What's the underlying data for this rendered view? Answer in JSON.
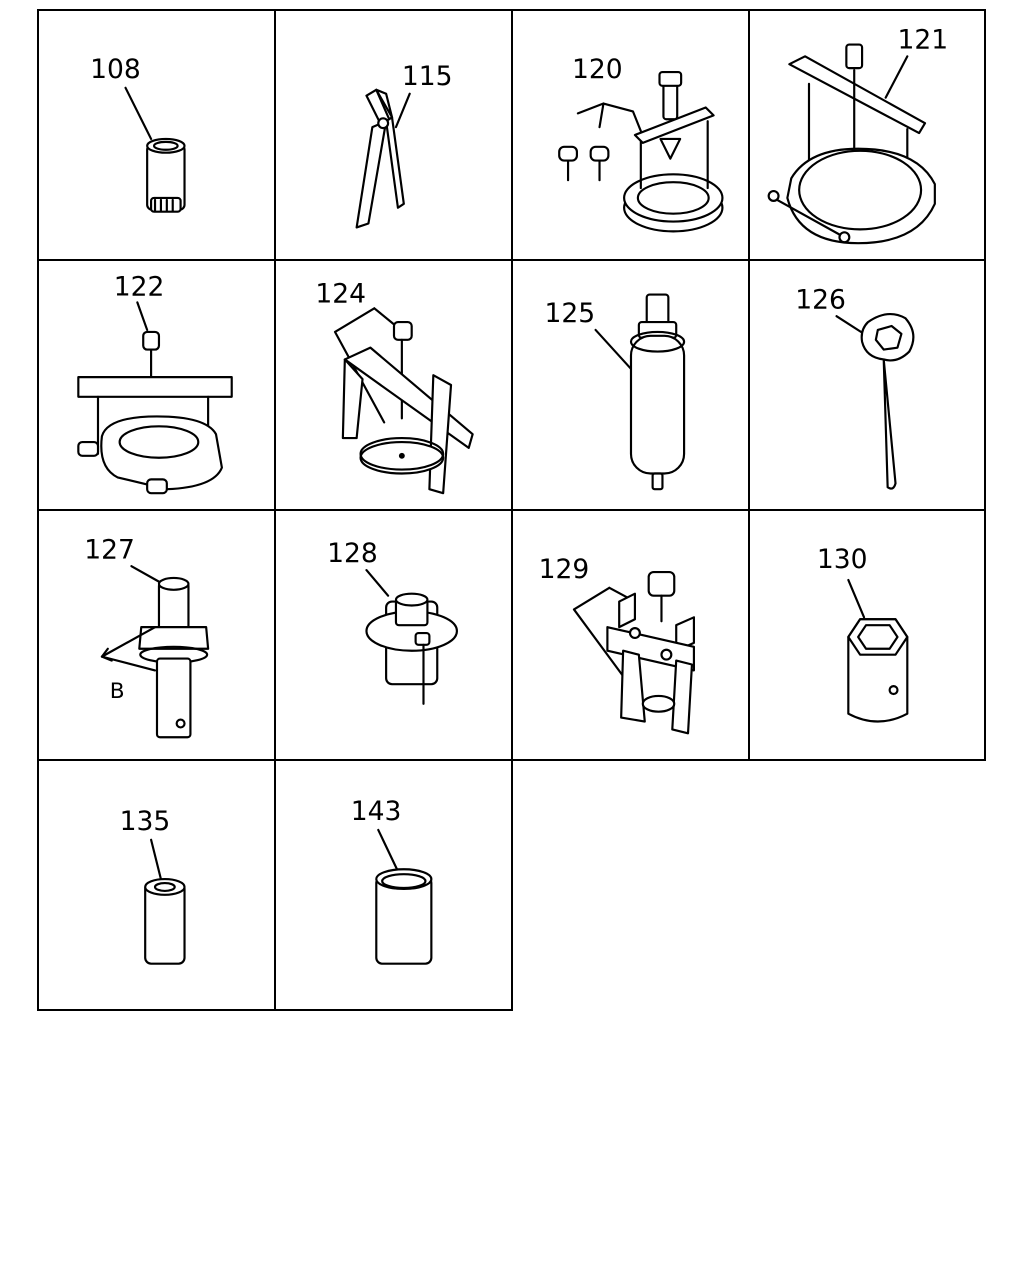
{
  "parts": [
    {
      "id": "108",
      "label": "108",
      "icon": "deep-socket-icon"
    },
    {
      "id": "115",
      "label": "115",
      "icon": "pliers-icon"
    },
    {
      "id": "120",
      "label": "120",
      "icon": "ring-puller-icon"
    },
    {
      "id": "121",
      "label": "121",
      "icon": "bearing-puller-icon"
    },
    {
      "id": "122",
      "label": "122",
      "icon": "bearing-splitter-icon"
    },
    {
      "id": "124",
      "label": "124",
      "icon": "gear-puller-icon"
    },
    {
      "id": "125",
      "label": "125",
      "icon": "cylinder-tool-icon"
    },
    {
      "id": "126",
      "label": "126",
      "icon": "hex-wrench-icon"
    },
    {
      "id": "127",
      "label": "127",
      "icon": "hex-driver-tool-icon",
      "dimension_label": "B"
    },
    {
      "id": "128",
      "label": "128",
      "icon": "flange-tool-icon"
    },
    {
      "id": "129",
      "label": "129",
      "icon": "press-tool-icon"
    },
    {
      "id": "130",
      "label": "130",
      "icon": "hex-socket-icon"
    },
    {
      "id": "135",
      "label": "135",
      "icon": "sleeve-icon"
    },
    {
      "id": "143",
      "label": "143",
      "icon": "bushing-icon"
    }
  ]
}
